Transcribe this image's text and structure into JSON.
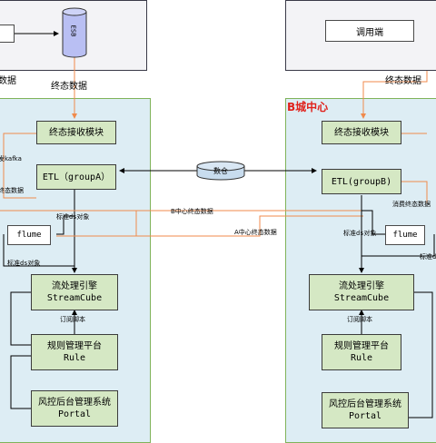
{
  "colors": {
    "panel_fill": "#ddedf4",
    "panel_border": "#7fb35a",
    "module_fill": "#d5e8c4",
    "orange_line": "#f08a4b",
    "region_label": "#e0211b"
  },
  "left": {
    "esb_label": "ESB",
    "data_label_left": "数据",
    "final_state_top": "终态数据",
    "receive_module": "终态接收模块",
    "kafka_label": "发kafka",
    "final_state_side": "终态数据",
    "etl": "ETL（groupA）",
    "std_ds_1": "标准ds对象",
    "flume": "flume",
    "std_ds_2": "标准ds对象",
    "engine_line1": "流处理引擎",
    "engine_line2": "StreamCube",
    "subscribe": "订阅脚本",
    "rule_line1": "规则管理平台",
    "rule_line2": "Rule",
    "portal_line1": "风控后台管理系统",
    "portal_line2": "Portal"
  },
  "middle": {
    "dataset": "数仓",
    "b_final": "B中心终态数据",
    "a_final": "A中心终态数据"
  },
  "right": {
    "caller": "调用端",
    "region": "B城中心",
    "final_state_top": "终态数据",
    "receive_module": "终态接收模块",
    "etl": "ETL(groupB)",
    "consume": "消费终态数据",
    "std_ds_1": "标准ds对象",
    "flume": "flume",
    "std_ds_2": "标准ds对象",
    "engine_line1": "流处理引擎",
    "engine_line2": "StreamCube",
    "subscribe": "订阅脚本",
    "rule_line1": "规则管理平台",
    "rule_line2": "Rule",
    "portal_line1": "风控后台管理系统",
    "portal_line2": "Portal"
  }
}
